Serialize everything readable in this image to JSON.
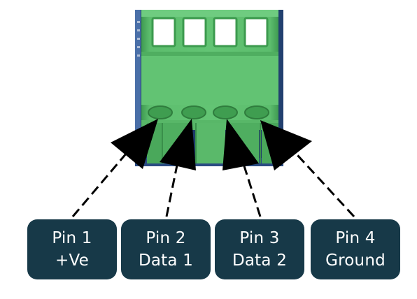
{
  "pins": [
    {
      "line1": "Pin 1",
      "line2": "+Ve"
    },
    {
      "line1": "Pin 2",
      "line2": "Data 1"
    },
    {
      "line1": "Pin 3",
      "line2": "Data 2"
    },
    {
      "line1": "Pin 4",
      "line2": "Ground"
    }
  ],
  "colors": {
    "label_background": "#173948",
    "label_text": "#ffffff",
    "connector_green": "#58b768",
    "arrow": "#000000"
  }
}
